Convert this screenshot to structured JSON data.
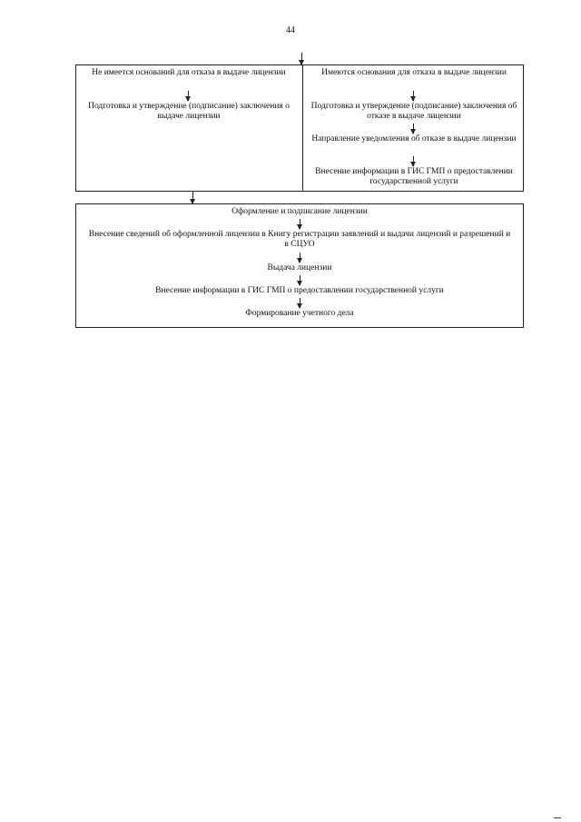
{
  "page_number": "44",
  "top_box": {
    "left": {
      "heading": "Не имеется оснований для отказа в выдаче лицензии",
      "steps": [
        "Подготовка и утверждение (подписание) заключения о выдаче лицензии"
      ]
    },
    "right": {
      "heading": "Имеются основания для отказа в выдаче лицензии",
      "steps": [
        "Подготовка и утверждение (подписание) заключения об отказе в выдаче лицензии",
        "Направление уведомления об отказе в выдаче лицензии",
        "Внесение информации в ГИС ГМП о предоставлении государственной услуги"
      ]
    }
  },
  "bottom_box": {
    "steps": [
      "Оформление и подписание лицензии",
      "Внесение сведений об оформленной лицензии в Книгу регистрации заявлений и выдачи лицензий и разрешений и в СЦУО",
      "Выдача лицензии",
      "Внесение информации в ГИС ГМП о предоставлении государственной услуги",
      "Формирование учетного дела"
    ]
  }
}
